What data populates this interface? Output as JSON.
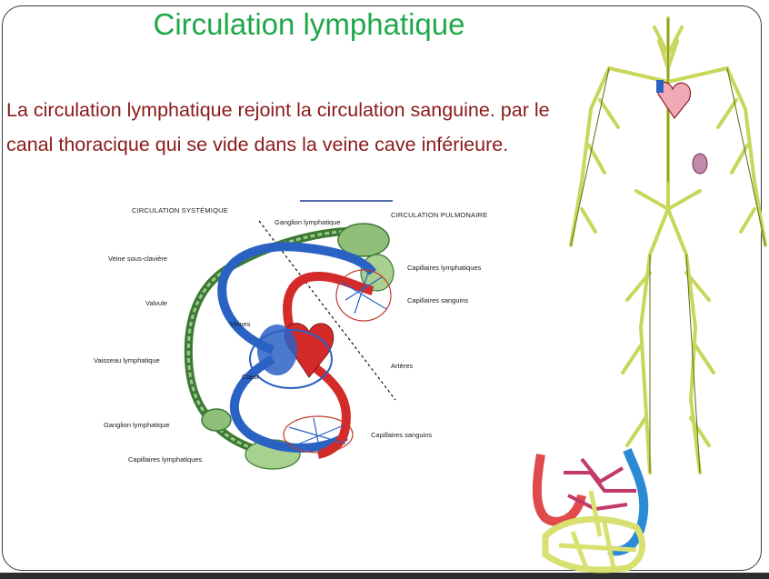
{
  "slide": {
    "title": "Circulation lymphatique",
    "text_line1": "La circulation lymphatique rejoint la circulation sanguine. par le",
    "text_line2": "canal thoracique qui se vide dans la veine cave inférieure."
  },
  "diagram": {
    "header_left": "CIRCULATION SYSTÉMIQUE",
    "header_right": "CIRCULATION PULMONAIRE",
    "labels": {
      "ganglion_top": "Ganglion lymphatique",
      "veine_sous_claviere": "Veine sous-clavière",
      "valvule": "Valvule",
      "veines": "Veines",
      "vaisseau_lymphatique": "Vaisseau lymphatique",
      "coeur": "Cœur",
      "ganglion_bottom": "Ganglion lymphatique",
      "capillaires_lymph_bottom": "Capillaires lymphatiques",
      "capillaires_lymph_right": "Capillaires lymphatiques",
      "capillaires_sanguins_right": "Capillaires sanguins",
      "arteres": "Artères",
      "capillaires_sanguins_bottom": "Capillaires sanguins"
    }
  },
  "colors": {
    "title": "#1fa84a",
    "text": "#8b1a1a",
    "vein": "#2a62c4",
    "artery": "#d42a2a",
    "lymph": "#4a8a3a",
    "lymph_body": "#c8d65a"
  }
}
